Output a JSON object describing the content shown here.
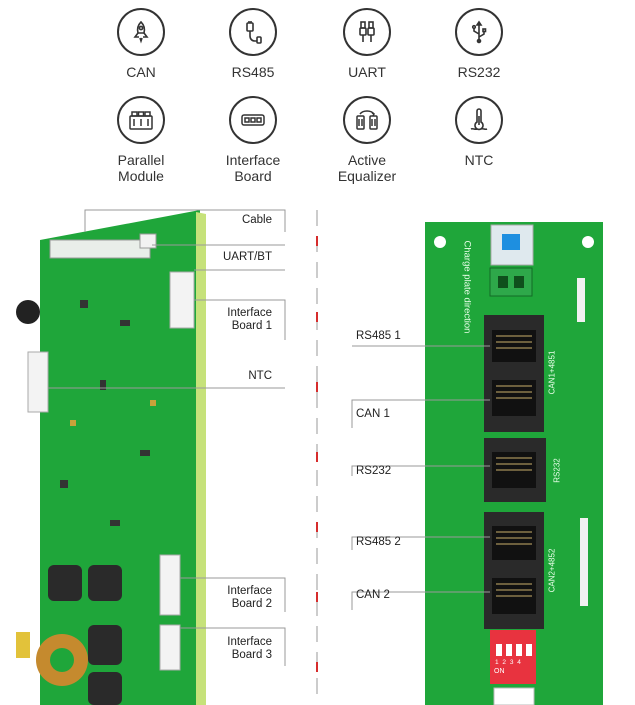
{
  "features_row1": [
    {
      "label": "CAN",
      "icon": "rocket-icon"
    },
    {
      "label": "RS485",
      "icon": "cable-plug-icon"
    },
    {
      "label": "UART",
      "icon": "usb-cable-icon"
    },
    {
      "label": "RS232",
      "icon": "usb-symbol-icon"
    }
  ],
  "features_row2": [
    {
      "label": "Parallel\nModule",
      "icon": "battery-pack-icon"
    },
    {
      "label": "Interface\nBoard",
      "icon": "interface-board-icon"
    },
    {
      "label": "Active\nEqualizer",
      "icon": "equalizer-icon"
    },
    {
      "label": "NTC",
      "icon": "thermometer-icon"
    }
  ],
  "left_callouts": {
    "cable": "Cable",
    "uart_bt": "UART/BT",
    "interface_board_1": "Interface\nBoard 1",
    "ntc": "NTC",
    "interface_board_2": "Interface\nBoard 2",
    "interface_board_3": "Interface\nBoard 3"
  },
  "right_callouts": {
    "rs485_1": "RS485 1",
    "can_1": "CAN 1",
    "rs232": "RS232",
    "rs485_2": "RS485 2",
    "can_2": "CAN 2"
  },
  "board_text": {
    "charge_direction": "Charge plate direction",
    "silk_can1_4851": "CAN1+4851",
    "silk_rs232": "RS232",
    "silk_can2_4852": "CAN2+4852",
    "dip_on": "ON",
    "dip_numbers": "1 2 3 4"
  },
  "colors": {
    "pcb_green": "#1fa63a",
    "pcb_dark": "#178a2f",
    "jack_black": "#2a2a2a",
    "dip_red": "#e8333f",
    "switch_blue": "#1e8fe0",
    "dash_red": "#d62c2c"
  }
}
